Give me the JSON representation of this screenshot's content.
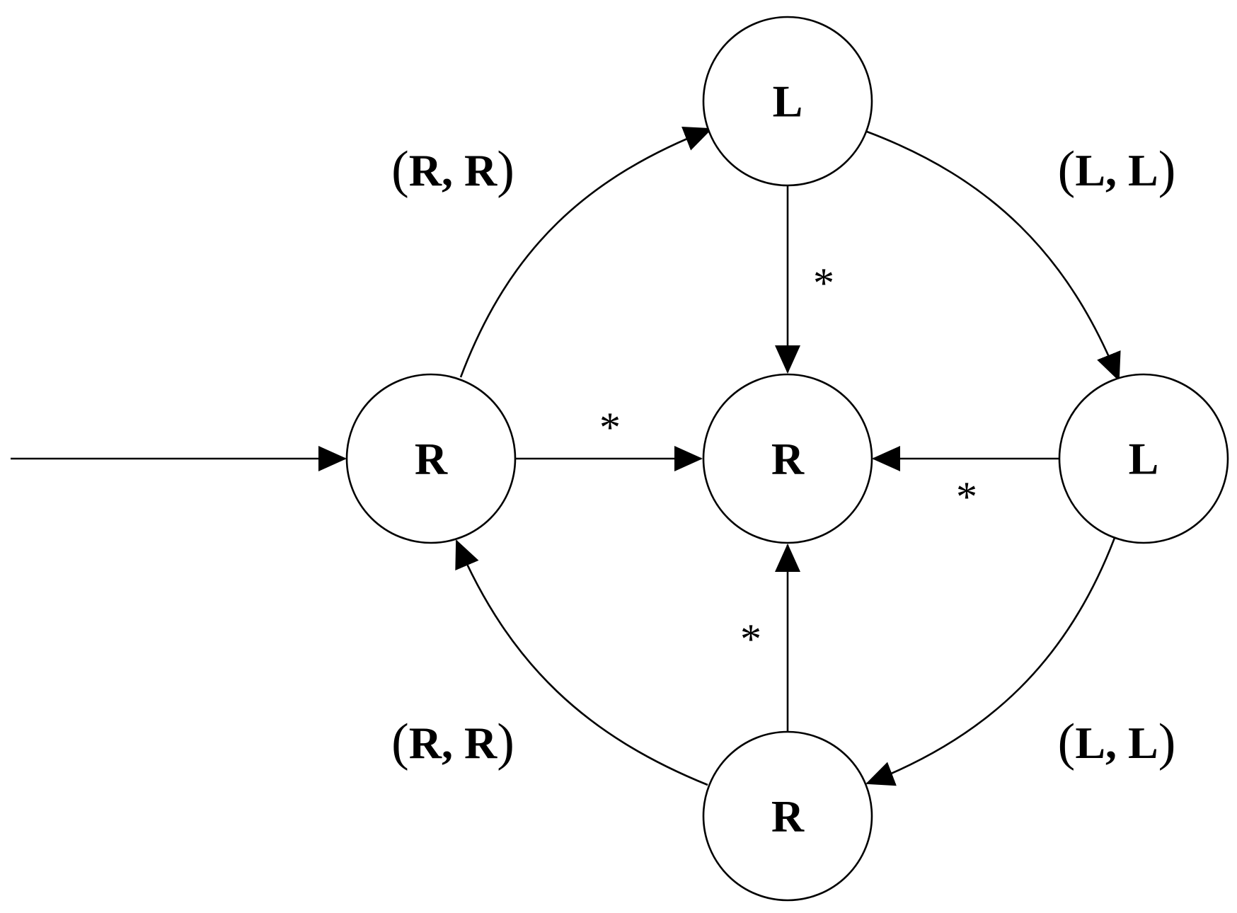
{
  "nodes": {
    "left": "R",
    "top": "L",
    "center": "R",
    "right": "L",
    "bottom": "R"
  },
  "edge_labels": {
    "left_to_top": "R, R",
    "top_to_right": "L, L",
    "right_to_bottom": "L, L",
    "bottom_to_left": "R, R",
    "top_to_center": "*",
    "left_to_center": "*",
    "right_to_center": "*",
    "bottom_to_center": "*"
  },
  "punctuation": {
    "open_paren": "(",
    "close_paren": ")"
  },
  "colors": {
    "stroke": "#000000",
    "background": "#ffffff"
  }
}
